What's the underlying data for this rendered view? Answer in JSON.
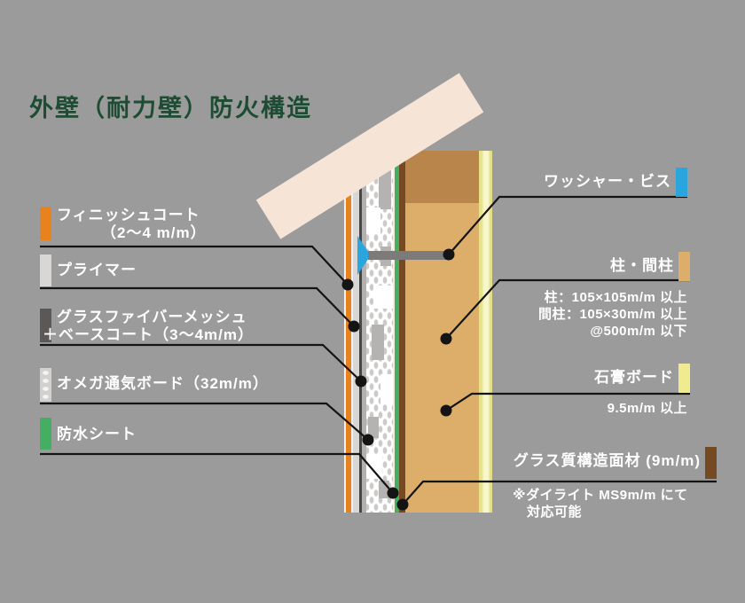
{
  "title": "外壁（耐力壁）防火構造",
  "colors": {
    "background": "#9c9b9b",
    "title_green": "#1d4c33",
    "roof": "#f6e5d7",
    "finish_coat": "#e8821e",
    "primer": "#d8d7d5",
    "mesh_dark_line": "#474645",
    "mesh_gray": "#b3b1af",
    "board_edge": "#f3efdc",
    "waterproof_sheet": "#46ae63",
    "glass_panel": "#754a22",
    "pillar": "#dcae69",
    "pillar_shadow": "#b9854a",
    "gypsum": "#f0eb90",
    "washer_blue": "#2aa5de",
    "screw_gray": "#7c7b79"
  },
  "left_labels": [
    {
      "id": "finish-coat",
      "line1": "フィニッシュコート",
      "line2": "（2〜4 m/m）",
      "swatch": "#e8821e"
    },
    {
      "id": "primer",
      "line1": "プライマー",
      "swatch": "#d8d7d5"
    },
    {
      "id": "mesh-basecoat",
      "line1": "グラスファイバーメッシュ",
      "line2": "＋ベースコート（3〜4m/m）",
      "swatch": "#5b5856"
    },
    {
      "id": "omega-board",
      "line1": "オメガ通気ボード（32m/m）",
      "swatch": "#d2d1cf"
    },
    {
      "id": "waterproof-sheet",
      "line1": "防水シート",
      "swatch": "#46ae63"
    }
  ],
  "right_labels": [
    {
      "id": "washer-screw",
      "label": "ワッシャー・ビス",
      "swatch": "#2aa5de"
    },
    {
      "id": "pillar-stud",
      "label": "柱・間柱",
      "swatch": "#dcae69",
      "notes": [
        "柱：105×105m/m 以上",
        "間柱：105×30m/m 以上",
        "@500m/m 以下"
      ]
    },
    {
      "id": "gypsum-board",
      "label": "石膏ボード",
      "swatch": "#f0eb90",
      "notes": [
        "9.5m/m 以上"
      ]
    },
    {
      "id": "glass-structural-panel",
      "label": "グラス質構造面材 (9m/m)",
      "swatch": "#754a22",
      "notes": [
        "※ダイライト MS9m/m にて",
        "対応可能"
      ]
    }
  ]
}
